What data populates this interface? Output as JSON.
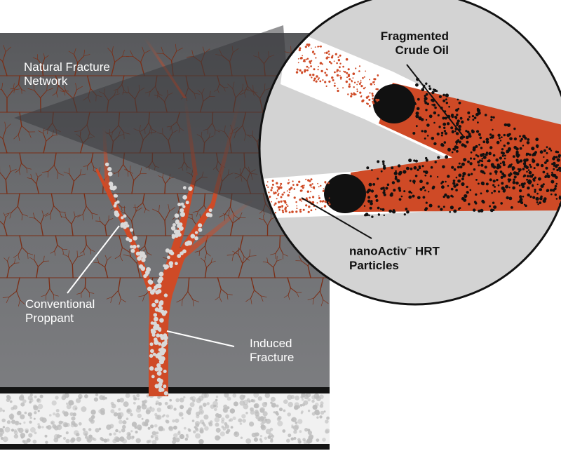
{
  "labels": {
    "natural_fracture": [
      "Natural Fracture",
      "Network"
    ],
    "conventional_proppant": [
      "Conventional",
      "Proppant"
    ],
    "induced_fracture": [
      "Induced",
      "Fracture"
    ],
    "crude_oil": [
      "Fragmented",
      "Crude Oil"
    ],
    "particles": {
      "brand": "nanoActiv",
      "trademark": "™",
      "rest": " HRT",
      "line2": "Particles"
    }
  },
  "colors": {
    "rock": "#6e6f73",
    "rock_dark": "#55565a",
    "fracture": "#cf4a26",
    "natural_fracture": "#7a2e16",
    "proppant": "#d9d9d9",
    "zoom_bg": "#d3d3d3",
    "oil": "#111111",
    "base_rock": "#f1f1f1"
  }
}
